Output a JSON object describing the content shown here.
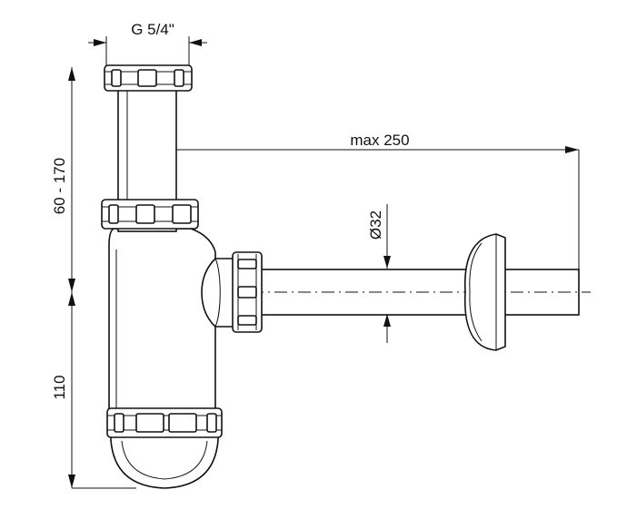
{
  "dimensions": {
    "thread_size": "G 5/4\"",
    "max_length": "max 250",
    "pipe_diameter": "Ø32",
    "height_adjustable": "60 - 170",
    "height_trap": "110"
  },
  "colors": {
    "line": "#111111",
    "background": "#ffffff"
  }
}
